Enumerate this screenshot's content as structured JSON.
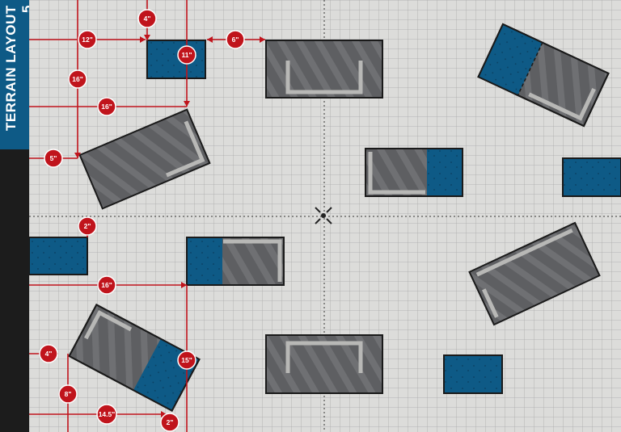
{
  "sidebar": {
    "title": "TERRAIN LAYOUT 5"
  },
  "colors": {
    "board": "#dcdcda",
    "grid": "#a9a9a9",
    "ruin_fill": "#5e5f62",
    "wall": "#b8b8b6",
    "area_fill": "#0e5a86",
    "measure_red": "#c0141c",
    "badge_text": "#ffffff"
  },
  "measurements": {
    "m1": "12\"",
    "m2": "4\"",
    "m3": "6\"",
    "m4": "11\"",
    "m5": "16\"",
    "m6": "16\"",
    "m7": "5\"",
    "m8": "2\"",
    "m9": "16\"",
    "m10": "4\"",
    "m11": "15\"",
    "m12": "8\"",
    "m13": "14.5\"",
    "m14": "2\""
  }
}
